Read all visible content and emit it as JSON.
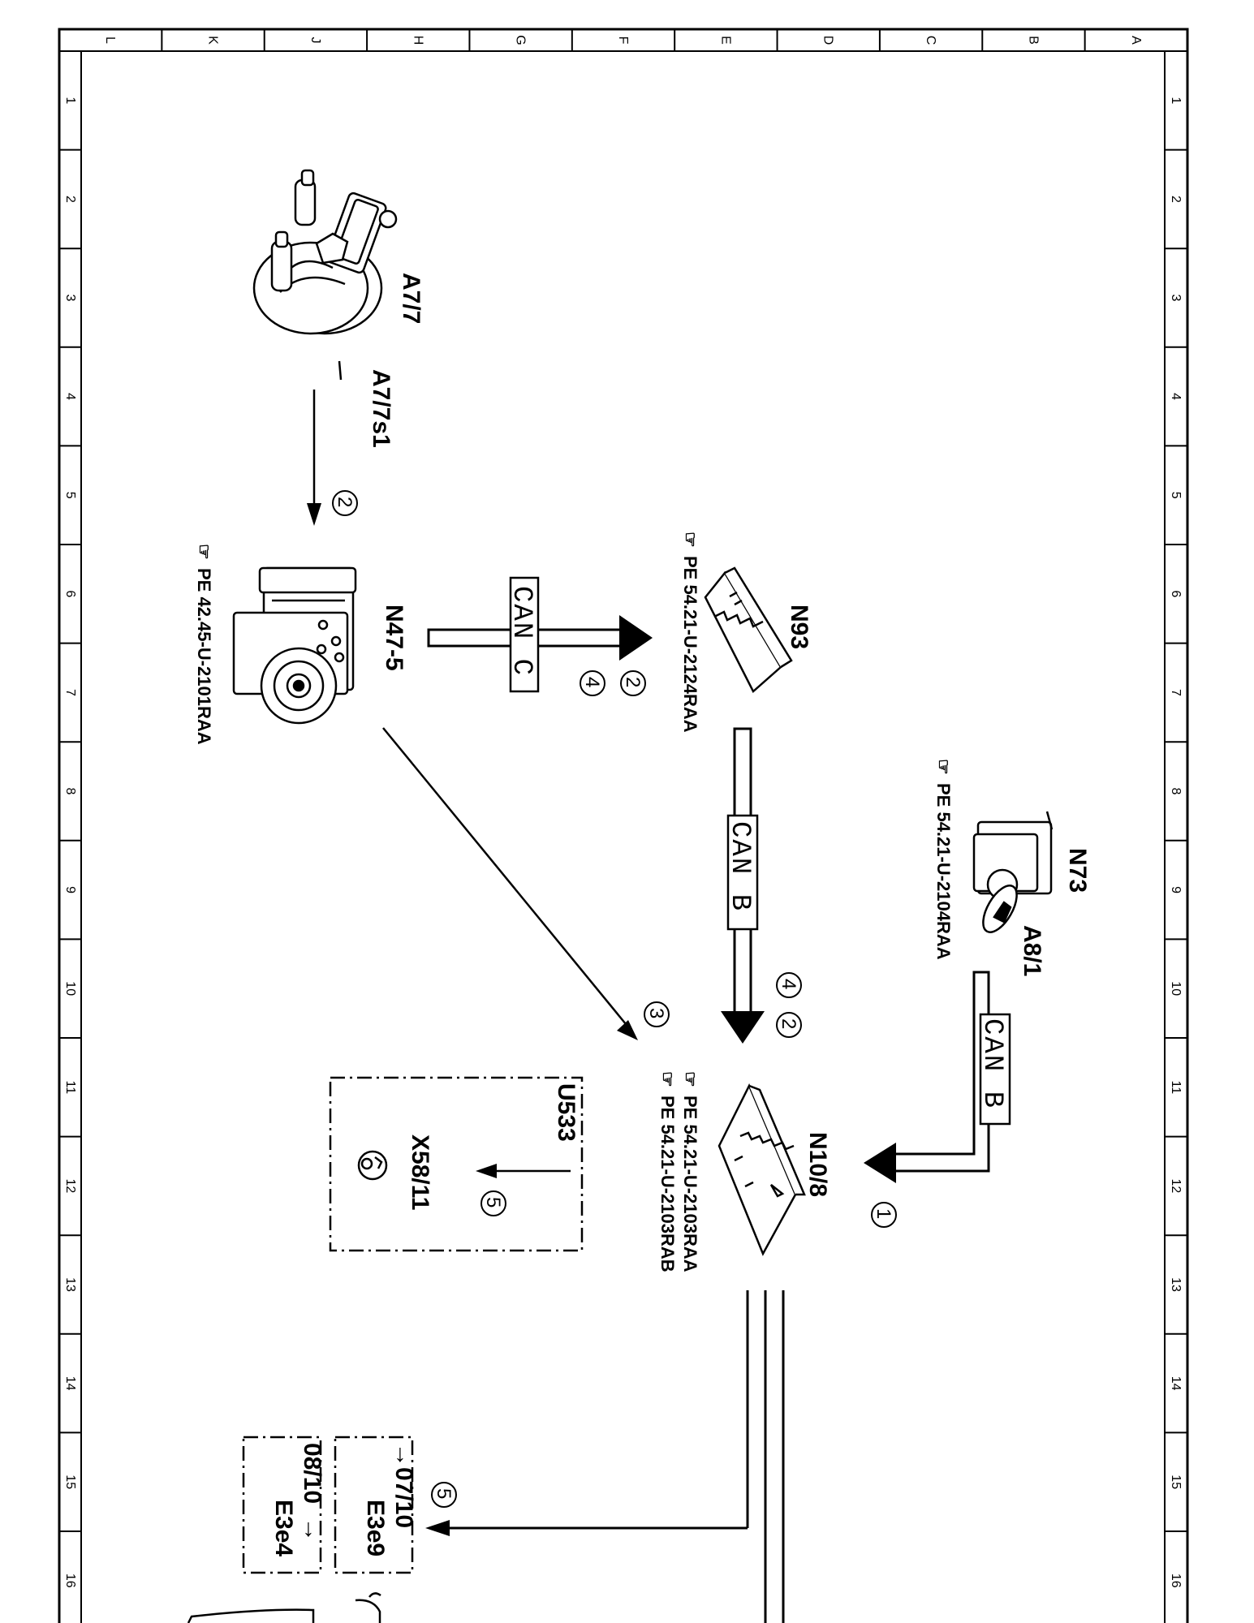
{
  "frame": {
    "columns": [
      "L",
      "K",
      "J",
      "H",
      "G",
      "F",
      "E",
      "D",
      "C",
      "B",
      "A"
    ],
    "rows": [
      "1",
      "2",
      "3",
      "4",
      "5",
      "6",
      "7",
      "8",
      "9",
      "10",
      "11",
      "12",
      "13",
      "14",
      "15",
      "16"
    ]
  },
  "components": {
    "a77": "A7/7",
    "a77s1": "A7/7s1",
    "n475": "N47-5",
    "n475_ref": "PE 42.45-U-2101RAA",
    "n93": "N93",
    "n93_ref": "PE 54.21-U-2124RAA",
    "n73": "N73",
    "a81": "A8/1",
    "n73_ref": "PE 54.21-U-2104RAA",
    "n108": "N10/8",
    "n108_ref1": "PE 54.21-U-2103RAA",
    "n108_ref2": "PE 54.21-U-2103RAB",
    "u533": "U533",
    "x5811": "X58/11",
    "box1_line1": "07/10",
    "box1_line2": "E3e9",
    "box2_line1": "08/10",
    "box2_line2": "E3e4"
  },
  "buses": {
    "can_c": "CAN C",
    "can_b1": "CAN B",
    "can_b2": "CAN B"
  },
  "steps": {
    "s1": "1",
    "s2a": "2",
    "s2b": "2",
    "s2c": "2",
    "s3": "3",
    "s4a": "4",
    "s4b": "4",
    "s5a": "5",
    "s5b": "5"
  }
}
